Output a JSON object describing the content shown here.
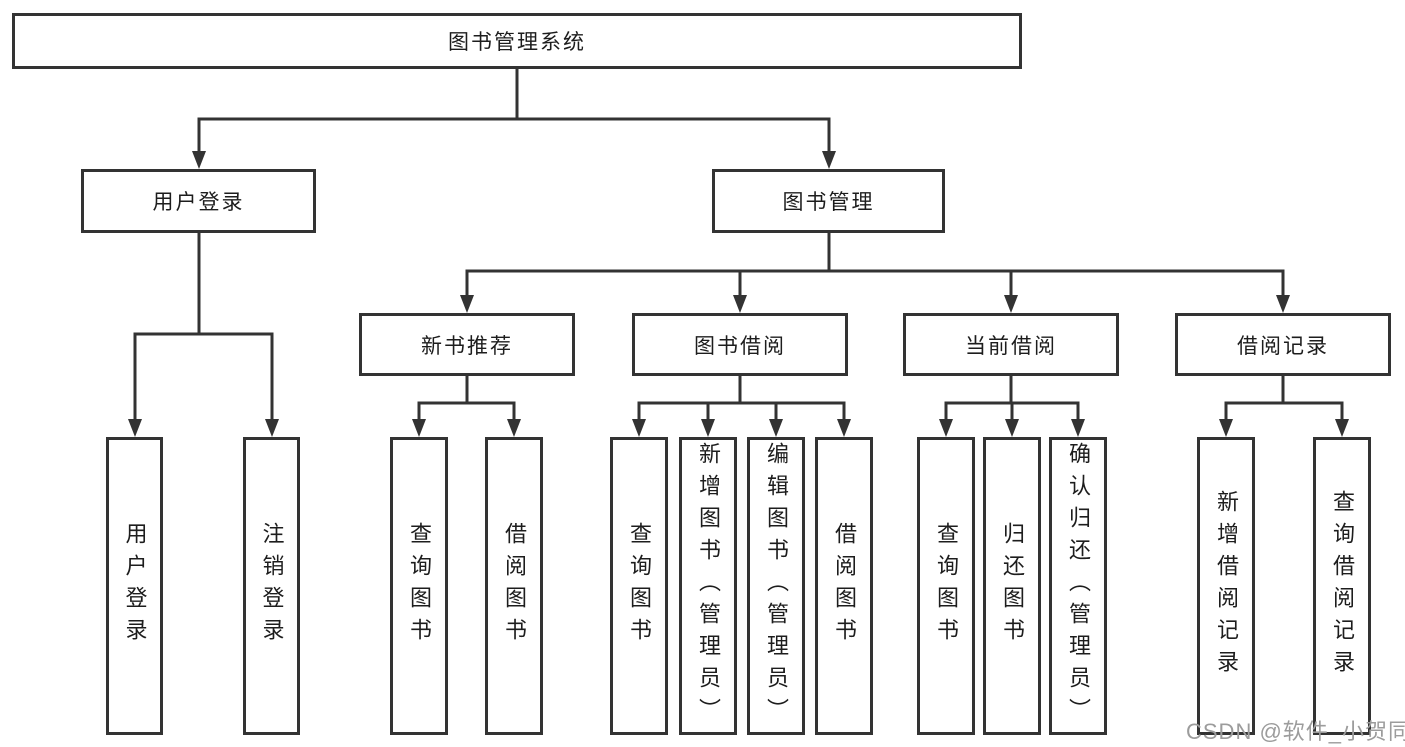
{
  "diagram": {
    "root": {
      "label": "图书管理系统"
    },
    "branches": [
      {
        "label": "用户登录",
        "children": [
          {
            "label": "用户登录"
          },
          {
            "label": "注销登录"
          }
        ]
      },
      {
        "label": "图书管理",
        "children": [
          {
            "label": "新书推荐",
            "children": [
              {
                "label": "查询图书"
              },
              {
                "label": "借阅图书"
              }
            ]
          },
          {
            "label": "图书借阅",
            "children": [
              {
                "label": "查询图书"
              },
              {
                "label": "新增图书（管理员）"
              },
              {
                "label": "编辑图书（管理员）"
              },
              {
                "label": "借阅图书"
              }
            ]
          },
          {
            "label": "当前借阅",
            "children": [
              {
                "label": "查询图书"
              },
              {
                "label": "归还图书"
              },
              {
                "label": "确认归还（管理员）"
              }
            ]
          },
          {
            "label": "借阅记录",
            "children": [
              {
                "label": "新增借阅记录"
              },
              {
                "label": "查询借阅记录"
              }
            ]
          }
        ]
      }
    ]
  },
  "watermark": {
    "text": "CSDN @软件_小贺同学"
  },
  "colors": {
    "line": "#333333",
    "box_border": "#333333",
    "text": "#1d1d1d",
    "watermark": "#9c9c9c",
    "background": "#ffffff"
  }
}
